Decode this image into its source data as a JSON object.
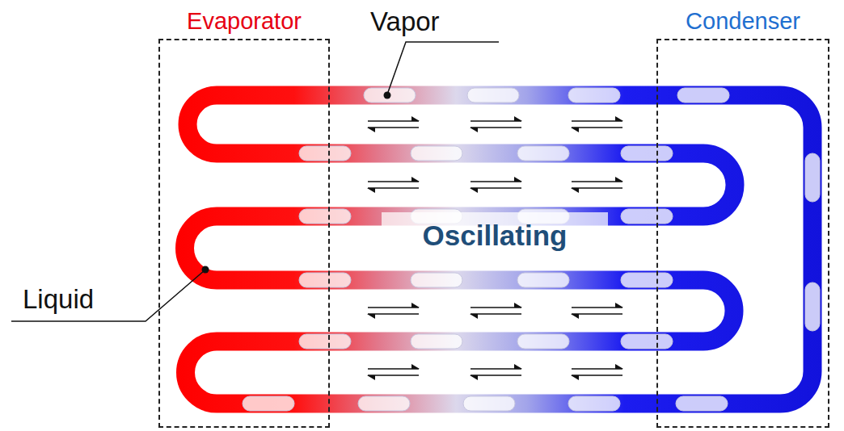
{
  "diagram": {
    "nodes": [
      {
        "text": [
          "Evaporator"
        ]
      },
      {
        "text": [
          "Condenser"
        ]
      },
      {
        "text": [
          "Oscillating"
        ]
      }
    ],
    "labels": [
      "Vapor",
      "Liquid"
    ]
  }
}
